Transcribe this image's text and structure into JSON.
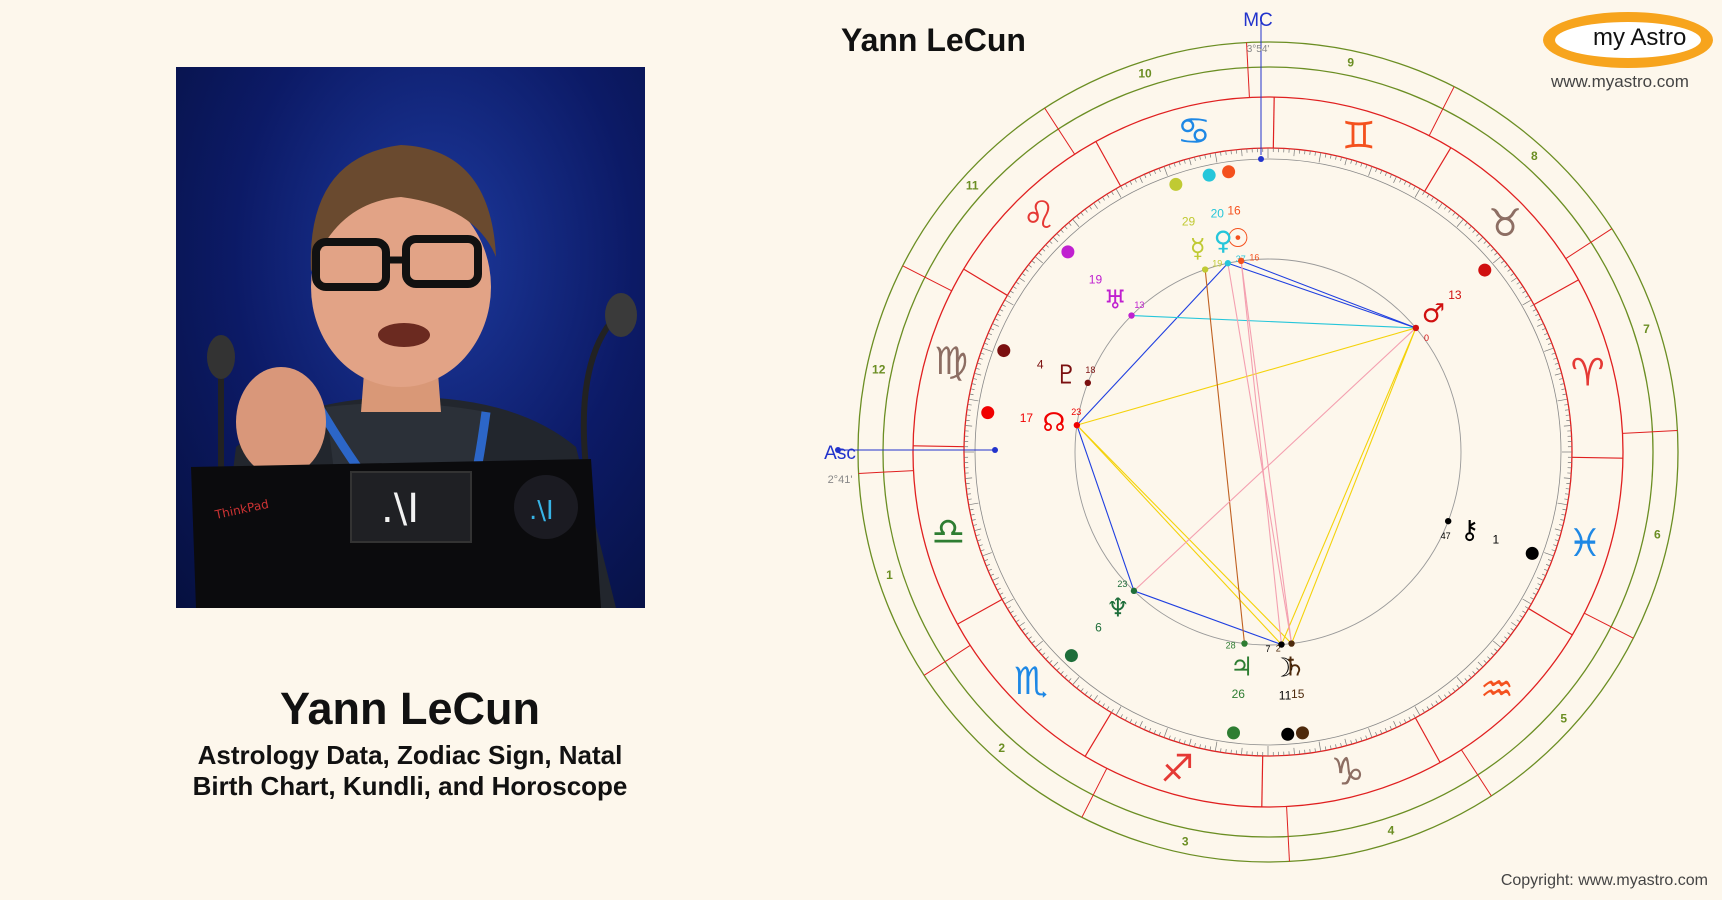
{
  "page": {
    "left_title": "Yann LeCun",
    "left_subtitle_line1": "Astrology Data, Zodiac Sign, Natal",
    "left_subtitle_line2": "Birth Chart, Kundli, and Horoscope",
    "chart_title": "Yann LeCun",
    "logo_text": "my Astro",
    "site_url": "www.myastro.com",
    "copyright": "Copyright: www.myastro.com"
  },
  "photo": {
    "laptop_brand": "ThinkPad",
    "sticker": ".\\I"
  },
  "chart": {
    "mc_label": "MC",
    "mc_degree": "3°54'",
    "asc_label": "Asc",
    "asc_degree": "2°41'",
    "house_numbers": [
      {
        "n": "1",
        "a": 198
      },
      {
        "n": "2",
        "a": 228
      },
      {
        "n": "3",
        "a": 258
      },
      {
        "n": "4",
        "a": 288
      },
      {
        "n": "5",
        "a": 318
      },
      {
        "n": "6",
        "a": 348
      },
      {
        "n": "7",
        "a": 18
      },
      {
        "n": "8",
        "a": 48
      },
      {
        "n": "9",
        "a": 78
      },
      {
        "n": "10",
        "a": 108
      },
      {
        "n": "11",
        "a": 138
      },
      {
        "n": "12",
        "a": 168
      }
    ],
    "signs": [
      {
        "glyph": "♋",
        "a": 103,
        "color": "#1e88e5"
      },
      {
        "glyph": "♊",
        "a": 74,
        "color": "#f4511e"
      },
      {
        "glyph": "♉",
        "a": 44,
        "color": "#8d6e63"
      },
      {
        "glyph": "♈",
        "a": 14,
        "color": "#e53935"
      },
      {
        "glyph": "♓",
        "a": 344,
        "color": "#1e88e5"
      },
      {
        "glyph": "♒",
        "a": 314,
        "color": "#f4511e"
      },
      {
        "glyph": "♑",
        "a": 284,
        "color": "#8d6e63"
      },
      {
        "glyph": "♐",
        "a": 254,
        "color": "#e53935"
      },
      {
        "glyph": "♏",
        "a": 224,
        "color": "#1e88e5"
      },
      {
        "glyph": "♎",
        "a": 194,
        "color": "#2e7d32"
      },
      {
        "glyph": "♍",
        "a": 164,
        "color": "#8d6e63"
      },
      {
        "glyph": "♌",
        "a": 134,
        "color": "#e53935"
      }
    ],
    "planets": [
      {
        "glyph": "☉",
        "deg": "16",
        "min": "16",
        "a": 98,
        "color": "#f4511e"
      },
      {
        "glyph": "♀",
        "deg": "20",
        "min": "37",
        "a": 102,
        "color": "#26c6da"
      },
      {
        "glyph": "☿",
        "deg": "29",
        "min": "19",
        "a": 109,
        "color": "#c0ca33"
      },
      {
        "glyph": "♅",
        "deg": "19",
        "min": "13",
        "a": 135,
        "color": "#c020d0"
      },
      {
        "glyph": "♇",
        "deg": "4",
        "min": "18",
        "a": 159,
        "color": "#7b1010"
      },
      {
        "glyph": "☊",
        "deg": "17",
        "min": "23",
        "a": 172,
        "color": "#f00000"
      },
      {
        "glyph": "♆",
        "deg": "6",
        "min": "23",
        "a": 226,
        "color": "#1e6e3a"
      },
      {
        "glyph": "♃",
        "deg": "26",
        "min": "28",
        "a": 263,
        "color": "#2e7d32"
      },
      {
        "glyph": "☽",
        "deg": "11",
        "min": "7",
        "a": 274,
        "color": "#000000"
      },
      {
        "glyph": "♄",
        "deg": "15",
        "min": "2",
        "a": 277,
        "color": "#4e2a0c"
      },
      {
        "glyph": "⚷",
        "deg": "1",
        "min": "47",
        "a": 339,
        "color": "#000000"
      },
      {
        "glyph": "♂",
        "deg": "13",
        "min": "0",
        "a": 40,
        "color": "#d01010"
      }
    ],
    "aspect_colors": {
      "square": "#1f3fe0",
      "trine": "#f4d20a",
      "sextile": "#26c6da",
      "opposition": "#f4a0b0",
      "conj": "#c06020"
    }
  }
}
